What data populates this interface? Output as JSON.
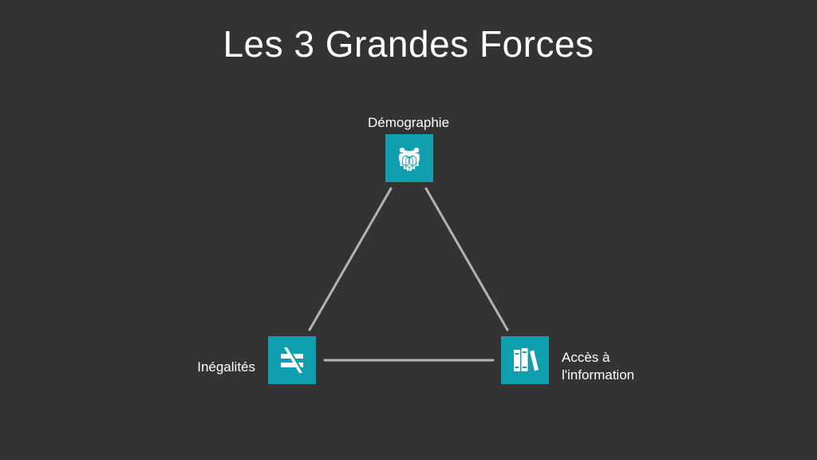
{
  "slide": {
    "title": "Les 3 Grandes Forces"
  },
  "diagram": {
    "nodes": [
      {
        "id": "demographie",
        "label": "Démographie",
        "icon": "people-group-icon"
      },
      {
        "id": "inegalites",
        "label": "Inégalités",
        "icon": "not-equal-icon"
      },
      {
        "id": "acces",
        "label_lines": [
          "Accès à",
          "l'information"
        ],
        "icon": "books-icon"
      }
    ],
    "edges": [
      {
        "from": "demographie",
        "to": "inegalites"
      },
      {
        "from": "demographie",
        "to": "acces"
      },
      {
        "from": "inegalites",
        "to": "acces"
      }
    ]
  },
  "colors": {
    "background": "#333333",
    "node_fill": "#0f9fae",
    "edge": "#b3b3b3",
    "text": "#ffffff"
  }
}
